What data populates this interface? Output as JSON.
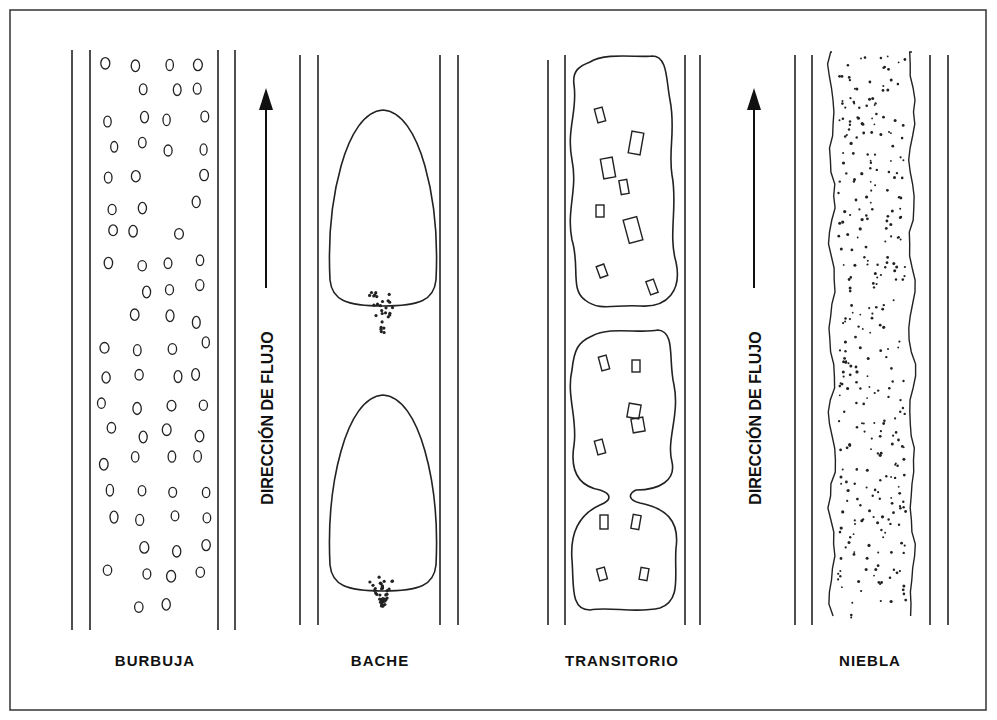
{
  "diagram": {
    "labels": [
      "DIRECCIÓN DE FLUJO",
      "DIRECCIÓN DE FLUJO",
      "BURBUJA",
      "BACHE",
      "TRANSITORIO",
      "NIEBLA"
    ]
  }
}
